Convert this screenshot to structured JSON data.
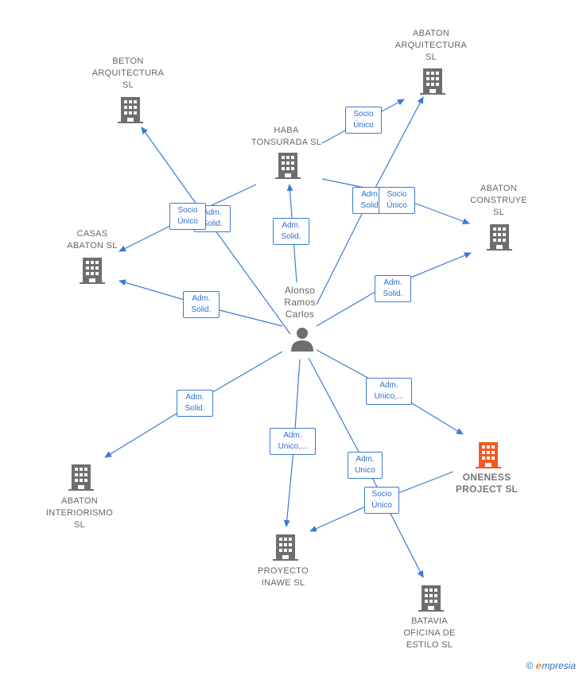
{
  "person": {
    "name": "Alonso\nRamos\nCarlos"
  },
  "companies": [
    {
      "id": "beton",
      "label": "BETON\nARQUITECTURA\nSL"
    },
    {
      "id": "abaton_arq",
      "label": "ABATON\nARQUITECTURA\nSL"
    },
    {
      "id": "haba",
      "label": "HABA\nTONSURADA SL"
    },
    {
      "id": "abaton_constr",
      "label": "ABATON\nCONSTRUYE\nSL"
    },
    {
      "id": "casas",
      "label": "CASAS\nABATON  SL"
    },
    {
      "id": "oneness",
      "label": "ONENESS\nPROJECT  SL",
      "highlight": true
    },
    {
      "id": "abaton_int",
      "label": "ABATON\nINTERIORISMO\nSL"
    },
    {
      "id": "proyecto",
      "label": "PROYECTO\nINAWE  SL"
    },
    {
      "id": "batavia",
      "label": "BATAVIA\nOFICINA DE\nESTILO  SL"
    }
  ],
  "edge_labels": {
    "beton_adm": "Adm.\nSolid.",
    "casas_socio": "Socio\nÚnico",
    "haba_adm": "Adm.\nSolid.",
    "haba_socio_arq": "Socio\nÚnico",
    "abaton_arq_adm": "Adm.\nSolid.",
    "haba_socio_constr": "Socio\nÚnico",
    "abaton_constr_adm": "Adm.\nSolid.",
    "casas_adm": "Adm.\nSolid.",
    "oneness_adm": "Adm.\nUnico,...",
    "abaton_int_adm": "Adm.\nSolid.",
    "proyecto_adm": "Adm.\nUnico,...",
    "batavia_adm": "Adm.\nUnico",
    "oneness_socio": "Socio\nÚnico"
  },
  "colors": {
    "edge": "#3a7bd5",
    "building": "#6e6e6e",
    "highlight": "#f05a23"
  },
  "footer": {
    "copyright": "©",
    "brand_initial": "e",
    "brand_rest": "mpresia"
  }
}
